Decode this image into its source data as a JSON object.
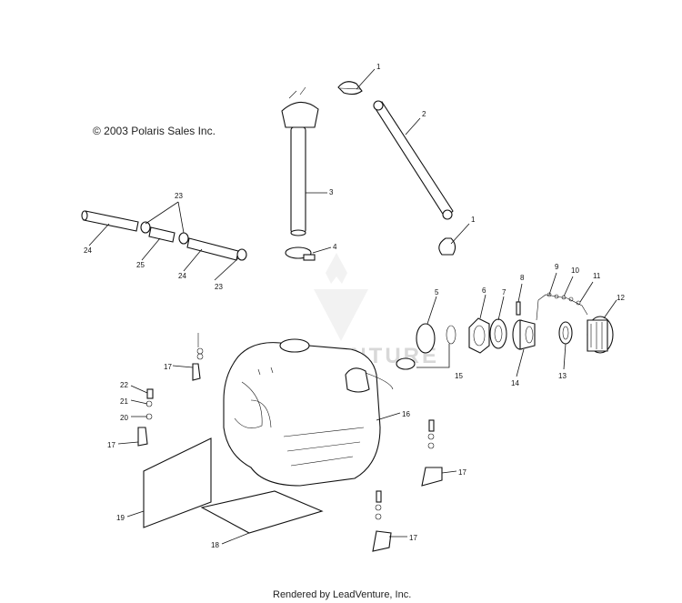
{
  "copyright": "© 2003 Polaris Sales Inc.",
  "footer": "Rendered by LeadVenture, Inc.",
  "watermark": "LEADVENTURE",
  "callouts": [
    "1",
    "2",
    "3",
    "4",
    "1",
    "23",
    "23",
    "24",
    "24",
    "25",
    "5",
    "6",
    "7",
    "8",
    "9",
    "10",
    "11",
    "12",
    "13",
    "14",
    "15",
    "16",
    "17",
    "17",
    "17",
    "17",
    "18",
    "19",
    "20",
    "21",
    "22"
  ]
}
